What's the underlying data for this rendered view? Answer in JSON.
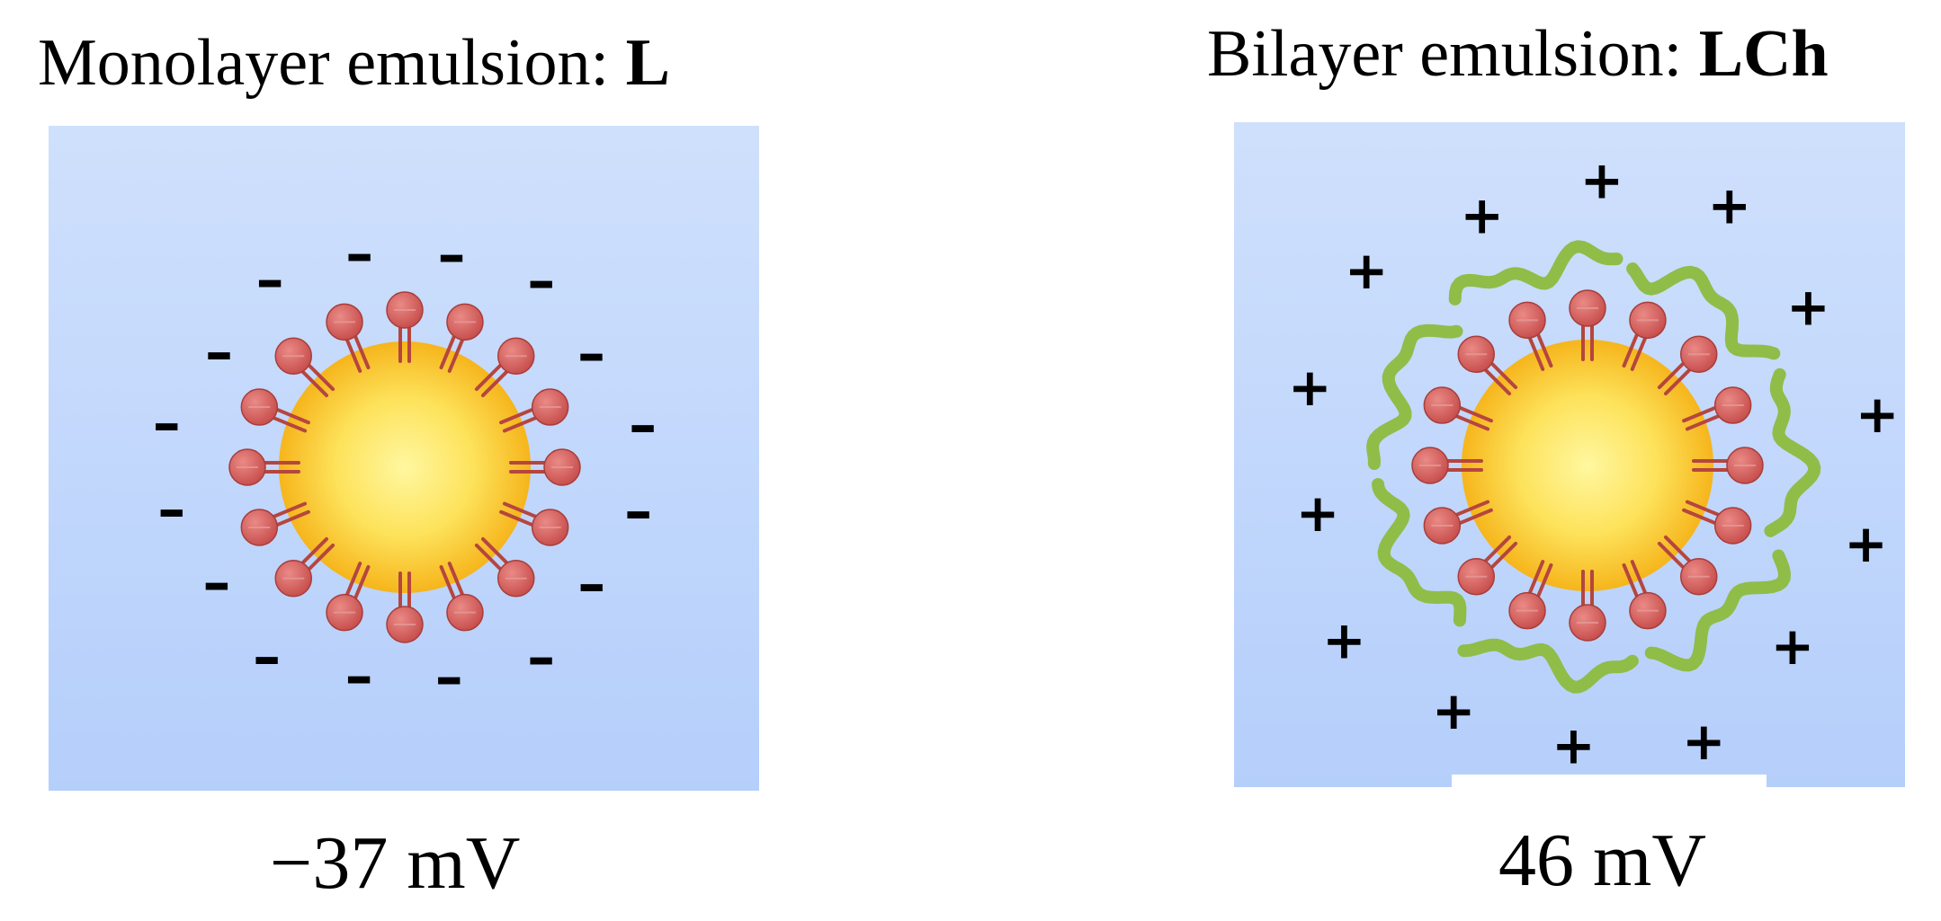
{
  "left_panel": {
    "title_prefix": "Monolayer emulsion: ",
    "title_bold": "L",
    "zeta_potential": "−37 mV",
    "charge_symbol": "–"
  },
  "right_panel": {
    "title_prefix": "Bilayer emulsion: ",
    "title_bold": "LCh",
    "zeta_potential": "46 mV",
    "charge_symbol": "+"
  },
  "colors": {
    "background_top": "#cfe0fc",
    "background_bottom": "#b5cffb",
    "oil_core_center": "#fff7a0",
    "oil_core_edge": "#f6b51c",
    "emulsifier_head": "#c8504e",
    "emulsifier_tail": "#b5463f",
    "polymer_layer": "#8fbd48"
  }
}
